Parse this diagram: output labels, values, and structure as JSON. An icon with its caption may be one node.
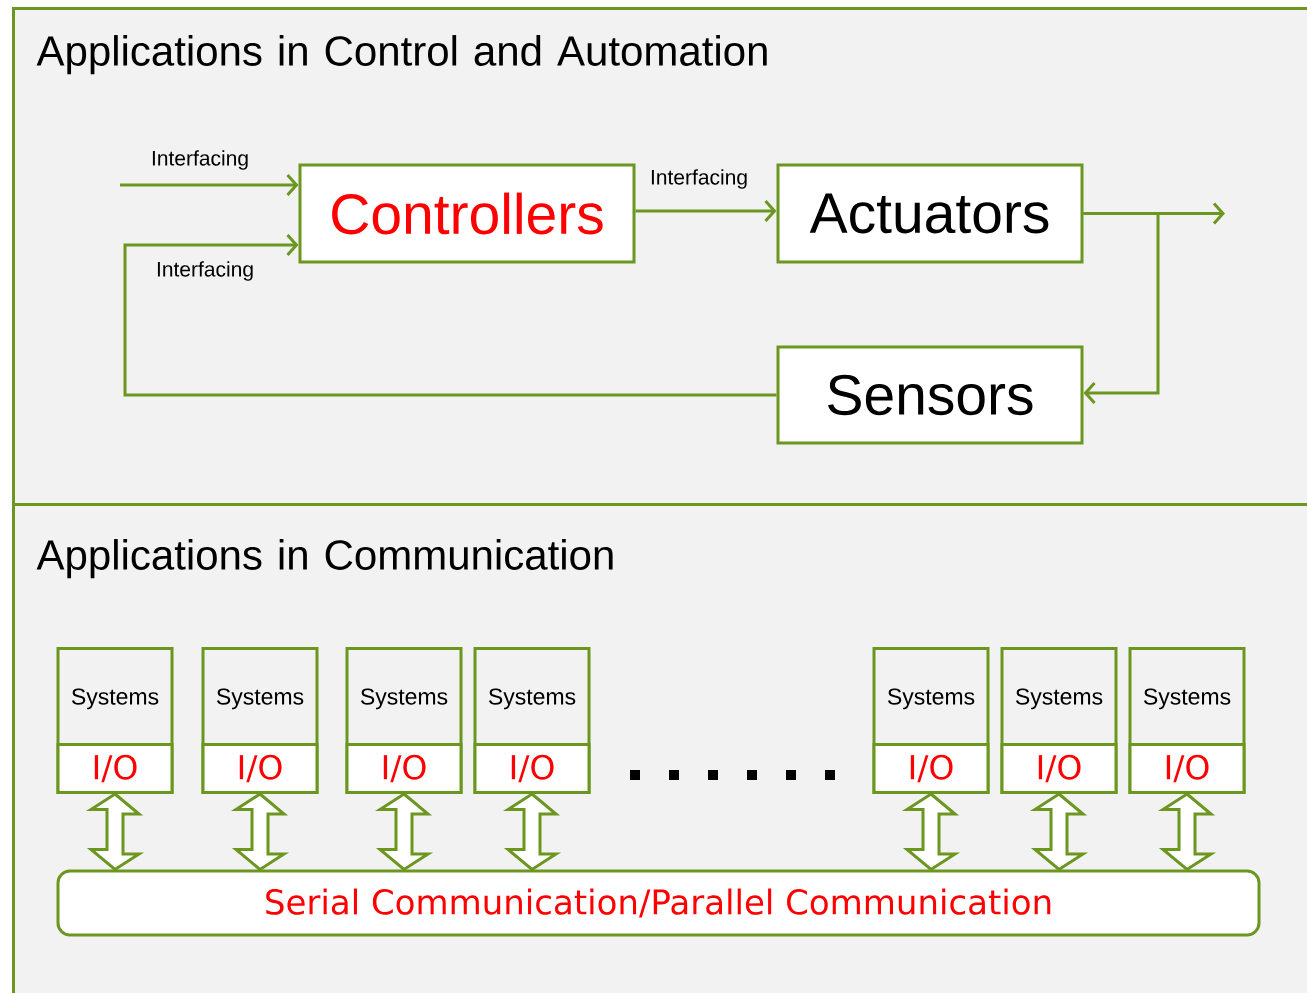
{
  "diagram": {
    "nodes": [
      {
        "text": [
          "Applications in Control and Automation"
        ]
      },
      {
        "text": [
          "Controllers"
        ],
        "in": 0
      },
      {
        "text": [
          "Actuators"
        ],
        "in": 0
      },
      {
        "text": [
          "Sensors"
        ],
        "in": 0
      },
      {
        "text": [
          "Applications in Communication"
        ]
      },
      {
        "text": [
          "Systems"
        ],
        "in": 4
      },
      {
        "text": [
          "I/O"
        ],
        "in": 5
      },
      {
        "text": [
          "Systems"
        ],
        "in": 4
      },
      {
        "text": [
          "I/O"
        ],
        "in": 7
      },
      {
        "text": [
          "Systems"
        ],
        "in": 4
      },
      {
        "text": [
          "I/O"
        ],
        "in": 9
      },
      {
        "text": [
          "Systems"
        ],
        "in": 4
      },
      {
        "text": [
          "I/O"
        ],
        "in": 11
      },
      {
        "text": [
          "Systems"
        ],
        "in": 4
      },
      {
        "text": [
          "I/O"
        ],
        "in": 13
      },
      {
        "text": [
          "Systems"
        ],
        "in": 4
      },
      {
        "text": [
          "I/O"
        ],
        "in": 15
      },
      {
        "text": [
          "Systems"
        ],
        "in": 4
      },
      {
        "text": [
          "I/O"
        ],
        "in": 17
      },
      {
        "text": [
          "Serial Communication/Parallel Communication"
        ],
        "in": 4
      }
    ],
    "edges": [
      {
        "from": null,
        "to": 1,
        "arrow": "to",
        "label": "Interfacing"
      },
      {
        "from": 1,
        "to": 2,
        "arrow": "to",
        "label": "Interfacing"
      },
      {
        "from": 2,
        "to": null,
        "arrow": "to"
      },
      {
        "from": 2,
        "to": 3,
        "arrow": "to"
      },
      {
        "from": 3,
        "to": 1,
        "arrow": "to",
        "label": "Interfacing"
      },
      {
        "from": 6,
        "to": 19,
        "arrow": "both"
      },
      {
        "from": 8,
        "to": 19,
        "arrow": "both"
      },
      {
        "from": 10,
        "to": 19,
        "arrow": "both"
      },
      {
        "from": 12,
        "to": 19,
        "arrow": "both"
      },
      {
        "from": 14,
        "to": 19,
        "arrow": "both"
      },
      {
        "from": 16,
        "to": 19,
        "arrow": "both"
      },
      {
        "from": 18,
        "to": 19,
        "arrow": "both"
      }
    ]
  }
}
